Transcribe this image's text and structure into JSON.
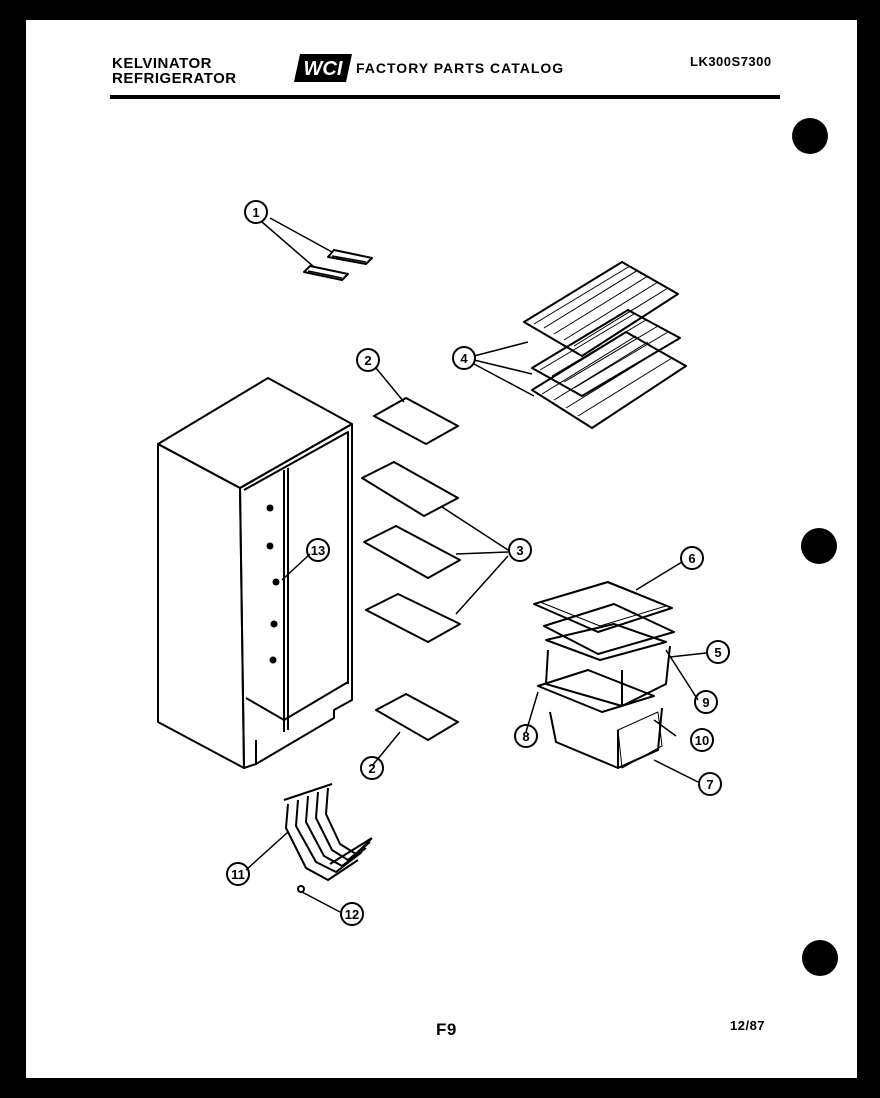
{
  "header": {
    "brand_line1": "KELVINATOR",
    "brand_line2": "REFRIGERATOR",
    "logo_text": "WCI",
    "catalog_title": "FACTORY PARTS CATALOG",
    "model_number": "LK300S7300"
  },
  "footer": {
    "page_code": "F9",
    "date": "12/87"
  },
  "callouts": {
    "c1": "1",
    "c2a": "2",
    "c2b": "2",
    "c3": "3",
    "c4": "4",
    "c5": "5",
    "c6": "6",
    "c7": "7",
    "c8": "8",
    "c9": "9",
    "c10": "10",
    "c11": "11",
    "c12": "12",
    "c13": "13"
  }
}
